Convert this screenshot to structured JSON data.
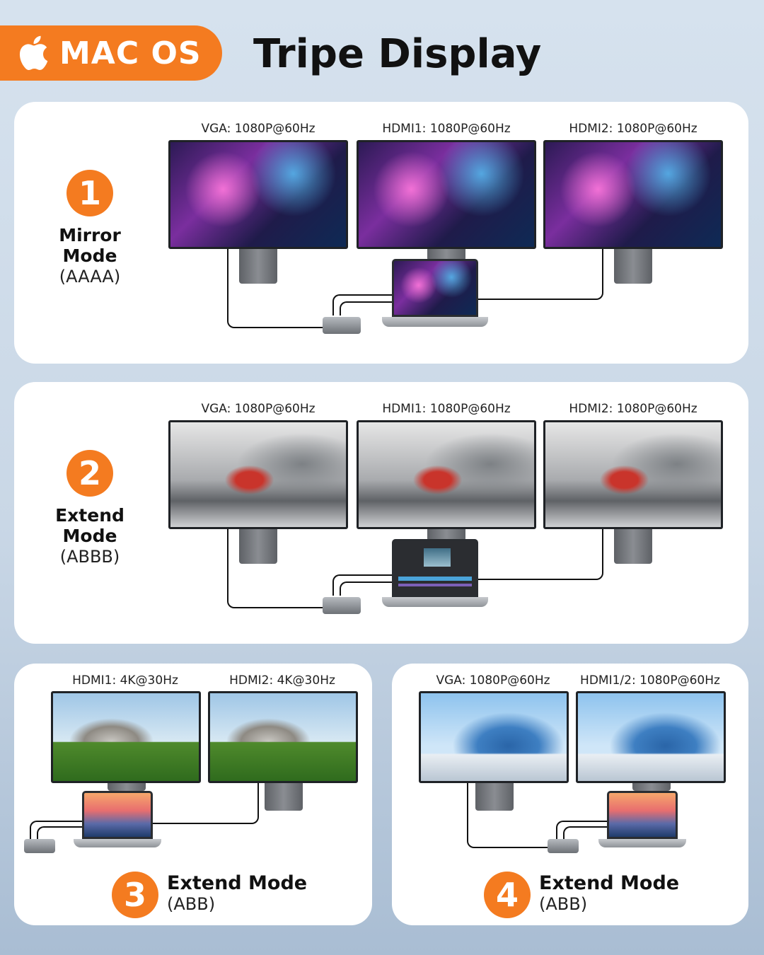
{
  "header": {
    "badge_text": "MAC OS",
    "title": "Tripe Display",
    "brand_color": "#f47b20"
  },
  "modes": [
    {
      "number": "1",
      "label_line1": "Mirror",
      "label_line2": "Mode",
      "sub": "(AAAA)",
      "ports": [
        "VGA: 1080P@60Hz",
        "HDMI1: 1080P@60Hz",
        "HDMI2: 1080P@60Hz"
      ],
      "screen_image": "anime-neon-city"
    },
    {
      "number": "2",
      "label_line1": "Extend",
      "label_line2": "Mode",
      "sub": "(ABBB)",
      "ports": [
        "VGA: 1080P@60Hz",
        "HDMI1: 1080P@60Hz",
        "HDMI2: 1080P@60Hz"
      ],
      "screen_image": "motorcycle-racer"
    },
    {
      "number": "3",
      "label": "Extend Mode",
      "sub": "(ABB)",
      "ports": [
        "HDMI1: 4K@30Hz",
        "HDMI2: 4K@30Hz"
      ],
      "screen_image": "mountain-lake"
    },
    {
      "number": "4",
      "label": "Extend Mode",
      "sub": "(ABB)",
      "ports": [
        "VGA: 1080P@60Hz",
        "HDMI1/2: 1080P@60Hz"
      ],
      "screen_image": "snowy-mountains"
    }
  ],
  "icons": {
    "apple": "apple-logo-icon"
  }
}
